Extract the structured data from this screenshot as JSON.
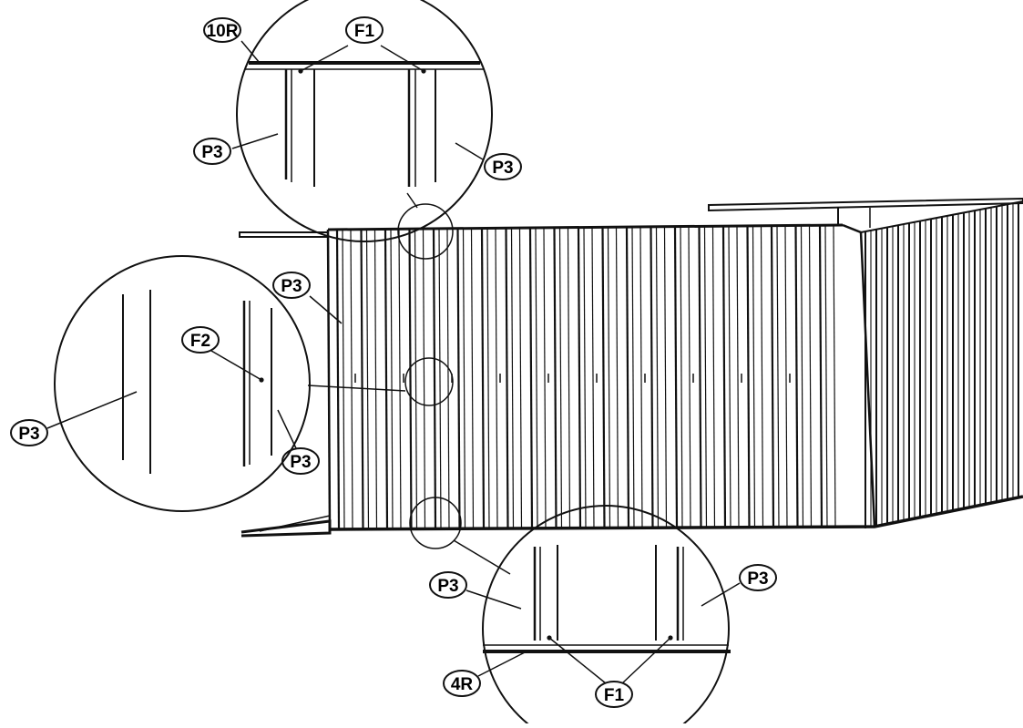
{
  "labels": {
    "detail_top_bar": "10R",
    "detail_top_fastener": "F1",
    "detail_top_panel_left": "P3",
    "detail_top_panel_right": "P3",
    "main_panel": "P3",
    "detail_mid_fastener": "F2",
    "detail_mid_panel_left": "P3",
    "detail_mid_panel_right": "P3",
    "detail_bottom_panel_left": "P3",
    "detail_bottom_panel_right": "P3",
    "detail_bottom_bar": "4R",
    "detail_bottom_fastener": "F1"
  },
  "colors": {
    "line": "#111111",
    "background": "#ffffff"
  }
}
